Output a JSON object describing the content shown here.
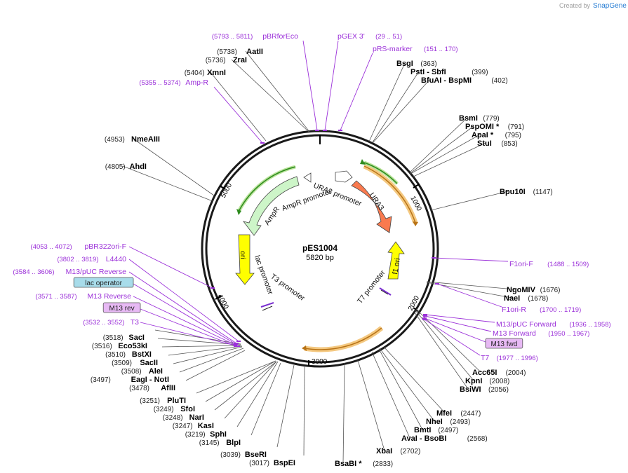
{
  "brand": {
    "created_by": "Created by",
    "name": "SnapGene"
  },
  "plasmid": {
    "name": "pES1004",
    "length": "5820 bp"
  },
  "ticks": [
    "1000",
    "2000",
    "3000",
    "4000",
    "5000"
  ],
  "features": {
    "ura3_promoter": "URA3 promoter",
    "ura3": "URA3",
    "ampr_promoter": "AmpR promoter",
    "ampr": "AmpR",
    "ori": "ori",
    "f1_ori": "f1 ori",
    "t7_promoter": "T7 promoter",
    "lac_promoter": "lac promoter",
    "t3_promoter": "T3 promoter"
  },
  "enzymes": [
    {
      "name": "AatII",
      "pos": "(5738)"
    },
    {
      "name": "ZraI",
      "pos": "(5736)"
    },
    {
      "name": "XmnI",
      "pos": "(5404)"
    },
    {
      "name": "NmeAIII",
      "pos": "(4953)"
    },
    {
      "name": "AhdI",
      "pos": "(4805)"
    },
    {
      "name": "BsgI",
      "pos": "(363)"
    },
    {
      "name": "PstI  - SbfI",
      "pos": "(399)"
    },
    {
      "name": "BfuAI  - BspMI",
      "pos": "(402)"
    },
    {
      "name": "BsmI",
      "pos": "(779)"
    },
    {
      "name": "PspOMI *",
      "pos": "(791)"
    },
    {
      "name": "ApaI *",
      "pos": "(795)"
    },
    {
      "name": "StuI",
      "pos": "(853)"
    },
    {
      "name": "Bpu10I",
      "pos": "(1147)"
    },
    {
      "name": "NgoMIV",
      "pos": "(1676)"
    },
    {
      "name": "NaeI",
      "pos": "(1678)"
    },
    {
      "name": "Acc65I",
      "pos": "(2004)"
    },
    {
      "name": "KpnI",
      "pos": "(2008)"
    },
    {
      "name": "BsiWI",
      "pos": "(2056)"
    },
    {
      "name": "MfeI",
      "pos": "(2447)"
    },
    {
      "name": "NheI",
      "pos": "(2493)"
    },
    {
      "name": "BmtI",
      "pos": "(2497)"
    },
    {
      "name": "AvaI  - BsoBI",
      "pos": "(2568)"
    },
    {
      "name": "XbaI",
      "pos": "(2702)"
    },
    {
      "name": "BsaBI *",
      "pos": "(2833)"
    },
    {
      "name": "BspEI",
      "pos": "(3017)"
    },
    {
      "name": "BseRI",
      "pos": "(3039)"
    },
    {
      "name": "BlpI",
      "pos": "(3145)"
    },
    {
      "name": "SphI",
      "pos": "(3219)"
    },
    {
      "name": "KasI",
      "pos": "(3247)"
    },
    {
      "name": "NarI",
      "pos": "(3248)"
    },
    {
      "name": "SfoI",
      "pos": "(3249)"
    },
    {
      "name": "PluTI",
      "pos": "(3251)"
    },
    {
      "name": "AflII",
      "pos": "(3478)"
    },
    {
      "name": "EagI  - NotI",
      "pos": "(3497)"
    },
    {
      "name": "AleI",
      "pos": "(3508)"
    },
    {
      "name": "SacII",
      "pos": "(3509)"
    },
    {
      "name": "BstXI",
      "pos": "(3510)"
    },
    {
      "name": "Eco53kI",
      "pos": "(3516)"
    },
    {
      "name": "SacI",
      "pos": "(3518)"
    }
  ],
  "primers": [
    {
      "name": "pBRforEco",
      "pos": "(5793 .. 5811)"
    },
    {
      "name": "pGEX 3'",
      "pos": "(29 .. 51)"
    },
    {
      "name": "pRS-marker",
      "pos": "(151 .. 170)"
    },
    {
      "name": "Amp-R",
      "pos": "(5355 .. 5374)"
    },
    {
      "name": "F1ori-F",
      "pos": "(1488 .. 1509)"
    },
    {
      "name": "F1ori-R",
      "pos": "(1700 .. 1719)"
    },
    {
      "name": "M13/pUC Forward",
      "pos": "(1936 .. 1958)"
    },
    {
      "name": "M13 Forward",
      "pos": "(1950 .. 1967)"
    },
    {
      "name": "M13 fwd",
      "pos": ""
    },
    {
      "name": "T7",
      "pos": "(1977 .. 1996)"
    },
    {
      "name": "pBR322ori-F",
      "pos": "(4053 .. 4072)"
    },
    {
      "name": "L4440",
      "pos": "(3802 .. 3819)"
    },
    {
      "name": "M13/pUC Reverse",
      "pos": "(3584 .. 3606)"
    },
    {
      "name": "lac operator",
      "pos": ""
    },
    {
      "name": "M13 Reverse",
      "pos": "(3571 .. 3587)"
    },
    {
      "name": "M13 rev",
      "pos": ""
    },
    {
      "name": "T3",
      "pos": "(3532 .. 3552)"
    }
  ]
}
